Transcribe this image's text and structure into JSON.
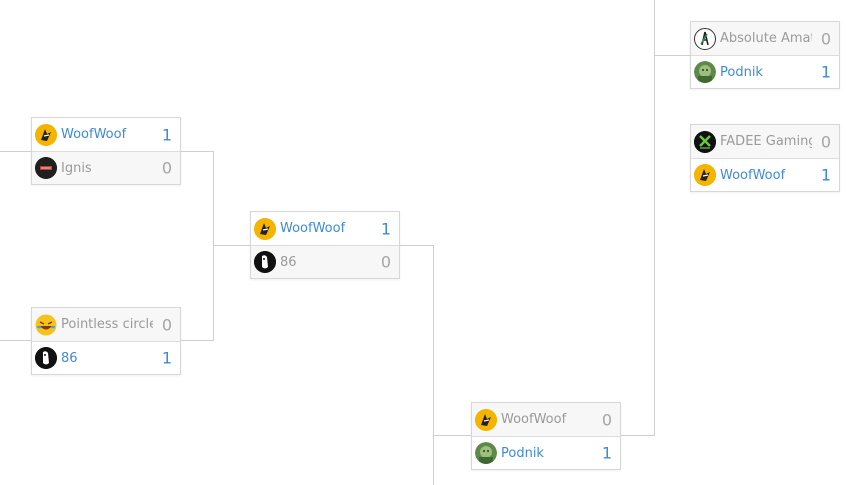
{
  "bracket": {
    "matches": [
      {
        "id": "r1-top",
        "teams": [
          {
            "name": "WoofWoof",
            "score": "1",
            "avatar": "woofwoof-icon"
          },
          {
            "name": "Ignis",
            "score": "0",
            "avatar": "ignis-icon"
          }
        ]
      },
      {
        "id": "r1-bottom",
        "teams": [
          {
            "name": "Pointless circle",
            "score": "0",
            "avatar": "laughing-emoji-icon"
          },
          {
            "name": "86",
            "score": "1",
            "avatar": "86-icon"
          }
        ]
      },
      {
        "id": "r2",
        "teams": [
          {
            "name": "WoofWoof",
            "score": "1",
            "avatar": "woofwoof-icon"
          },
          {
            "name": "86",
            "score": "0",
            "avatar": "86-icon"
          }
        ]
      },
      {
        "id": "r3",
        "teams": [
          {
            "name": "WoofWoof",
            "score": "0",
            "avatar": "woofwoof-icon"
          },
          {
            "name": "Podnik",
            "score": "1",
            "avatar": "podnik-icon"
          }
        ]
      },
      {
        "id": "r4-top",
        "teams": [
          {
            "name": "Absolute Amateurs",
            "score": "0",
            "avatar": "absolute-icon"
          },
          {
            "name": "Podnik",
            "score": "1",
            "avatar": "podnik-icon"
          }
        ]
      },
      {
        "id": "r4-bottom",
        "teams": [
          {
            "name": "FADEE Gaming",
            "score": "0",
            "avatar": "fadee-icon"
          },
          {
            "name": "WoofWoof",
            "score": "1",
            "avatar": "woofwoof-icon"
          }
        ]
      }
    ]
  },
  "colors": {
    "winner_text": "#3f8bd6",
    "loser_text": "#9a9a9a",
    "connector": "#cfcfcf",
    "border": "#d7d7d7"
  }
}
